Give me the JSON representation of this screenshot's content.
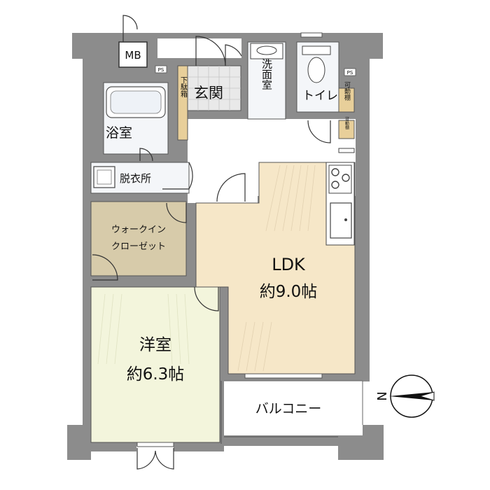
{
  "rooms": {
    "mb": "MB",
    "ps1": "PS",
    "ps2": "PS",
    "getabako": "下駄箱",
    "genkan": "玄関",
    "senmen": "洗面室",
    "toilet": "トイレ",
    "kadou1": "可動棚",
    "kadou2": "可動棚",
    "yokushitsu": "浴室",
    "datsuijo": "脱衣所",
    "wic_line1": "ウォークイン",
    "wic_line2": "クローゼット",
    "ldk_name": "LDK",
    "ldk_size": "約9.0帖",
    "yoshitsu_name": "洋室",
    "yoshitsu_size": "約6.3帖",
    "balcony": "バルコニー"
  },
  "compass": {
    "label": "N"
  },
  "colors": {
    "wall": "#8c8c8c",
    "ldk": "#f6e7c8",
    "yoshitsu": "#f3f5dc",
    "wic": "#d7cbaa",
    "entry_tile": "#e9e9e9",
    "wet_area": "#f4f6f9",
    "shelf": "#e8cf9a"
  }
}
